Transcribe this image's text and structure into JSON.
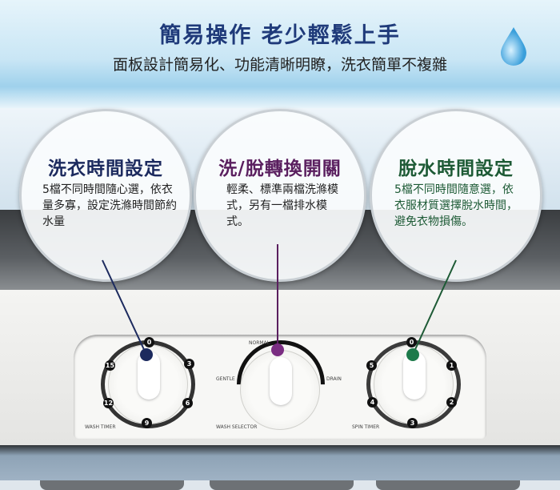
{
  "header": {
    "title": "簡易操作 老少輕鬆上手",
    "subtitle": "面板設計簡易化、功能清晰明瞭，洗衣簡單不複雜"
  },
  "features": [
    {
      "title": "洗衣時間設定",
      "body": "5檔不同時間隨心選，依衣量多寡，設定洗滌時間節約水量",
      "color": "#1c2a5e"
    },
    {
      "title": "洗/脫轉換開關",
      "body": "輕柔、標準兩檔洗滌模式，另有一檔排水模式。",
      "color": "#5a1f5f"
    },
    {
      "title": "脫水時間設定",
      "body": "5檔不同時間隨意選，依衣服材質選擇脫水時間，避免衣物損傷。",
      "color": "#1d5a35"
    }
  ],
  "panel": {
    "wash_timer": {
      "label": "WASH TIMER",
      "numbers": [
        "0",
        "3",
        "6",
        "9",
        "12",
        "15"
      ]
    },
    "wash_selector": {
      "label": "WASH SELECTOR",
      "normal": "NORMAL",
      "gentle": "GENTLE",
      "drain": "DRAIN"
    },
    "spin_timer": {
      "label": "SPIN TIMER",
      "numbers": [
        "0",
        "1",
        "2",
        "3",
        "4",
        "5"
      ]
    }
  }
}
